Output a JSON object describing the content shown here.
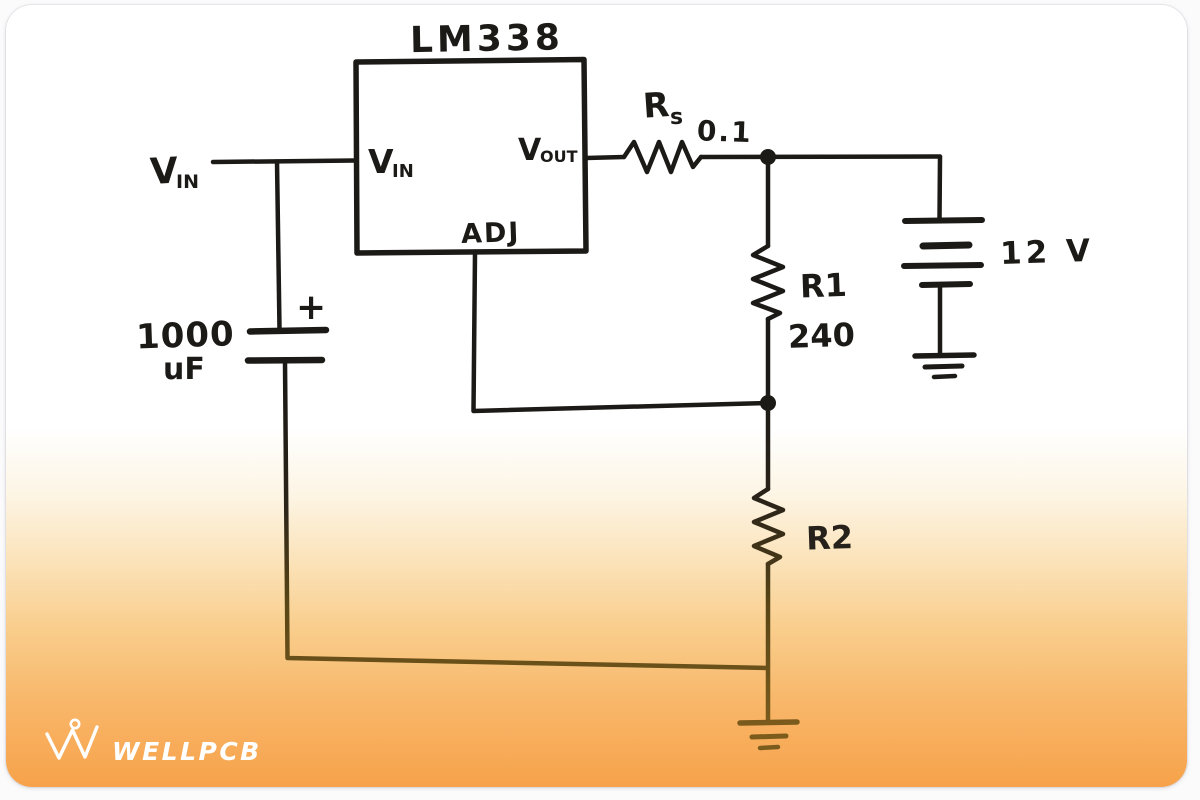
{
  "colors": {
    "ink": "#1c1a16",
    "ink_faded_bottom": "#7c5c1d",
    "card_background": "#ffffff",
    "gradient_bottom_orange": "#f7a24a",
    "logo_white": "#ffffff"
  },
  "circuit": {
    "ic": {
      "title": "LM338",
      "pin_vin_main": "V",
      "pin_vin_sub": "IN",
      "pin_vout_main": "V",
      "pin_vout_sub": "OUT",
      "pin_adj": "ADJ"
    },
    "source": {
      "label_main": "V",
      "label_sub": "IN"
    },
    "capacitor": {
      "polarity": "+",
      "value": "1000",
      "unit": "uF"
    },
    "rs": {
      "name_main": "R",
      "name_sub": "s",
      "value": "0.1"
    },
    "r1": {
      "name": "R1",
      "value": "240"
    },
    "r2": {
      "name": "R2"
    },
    "battery": {
      "value": "12 V"
    }
  },
  "logo": {
    "text": "WELLPCB"
  }
}
